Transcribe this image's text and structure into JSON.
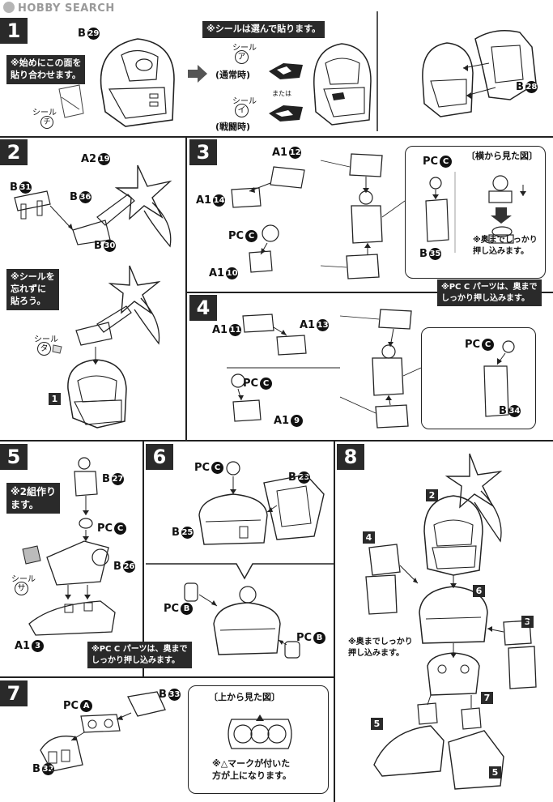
{
  "watermark": "HOBBY SEARCH",
  "steps": {
    "s1": {
      "number": "1",
      "part_b29": "B",
      "part_b29_num": "29",
      "note_first": "※始めにこの面を\n貼り合わせます。",
      "seal_label": "シール",
      "seal_chi": "チ",
      "seal_choose": "※シールは選んで貼ります。",
      "seal_a": "ア",
      "normal": "(通常時)",
      "or": "または",
      "seal_i": "イ",
      "battle": "(戦闘時)",
      "part_b28": "B",
      "part_b28_num": "28"
    },
    "s2": {
      "number": "2",
      "a2": "A2",
      "a2_num": "19",
      "b31": "B",
      "b31_num": "31",
      "b36": "B",
      "b36_num": "36",
      "b30": "B",
      "b30_num": "30",
      "note": "※シールを\n忘れずに\n貼ろう。",
      "seal_label": "シール",
      "seal_ta": "タ",
      "ref1": "1"
    },
    "s3": {
      "number": "3",
      "a1_12": "A1",
      "a1_12_num": "12",
      "a1_14": "A1",
      "a1_14_num": "14",
      "pc_c": "PC",
      "pc_c_badge": "C",
      "a1_10": "A1",
      "a1_10_num": "10",
      "pc_c2": "PC",
      "pc_c2_badge": "C",
      "b35": "B",
      "b35_num": "35",
      "side_view": "〔横から見た図〕",
      "push_note": "※奥までしっかり\n押し込みます。",
      "pc_note": "※PC C パーツは、奥まで\nしっかり押し込みます。"
    },
    "s4": {
      "number": "4",
      "a1_11": "A1",
      "a1_11_num": "11",
      "a1_13": "A1",
      "a1_13_num": "13",
      "pc_c": "PC",
      "pc_c_badge": "C",
      "a1_9": "A1",
      "a1_9_num": "9",
      "pc_c2": "PC",
      "pc_c2_badge": "C",
      "b34": "B",
      "b34_num": "34"
    },
    "s5": {
      "number": "5",
      "two_sets": "※2組作り\nます。",
      "b27": "B",
      "b27_num": "27",
      "pc_c": "PC",
      "pc_c_badge": "C",
      "b26": "B",
      "b26_num": "26",
      "seal_label": "シール",
      "seal_sa": "サ",
      "a1_3": "A1",
      "a1_3_num": "3",
      "pc_note": "※PC C パーツは、奥まで\nしっかり押し込みます。"
    },
    "s6": {
      "number": "6",
      "pc_c": "PC",
      "pc_c_badge": "C",
      "b23": "B",
      "b23_num": "23",
      "b25": "B",
      "b25_num": "25",
      "pc_b1": "PC",
      "pc_b1_badge": "B",
      "pc_b2": "PC",
      "pc_b2_badge": "B"
    },
    "s7": {
      "number": "7",
      "pc_a": "PC",
      "pc_a_badge": "A",
      "b33": "B",
      "b33_num": "33",
      "b32": "B",
      "b32_num": "32",
      "top_view": "〔上から見た図〕",
      "mark_note": "※△マークが付いた\n方が上になります。"
    },
    "s8": {
      "number": "8",
      "ref2": "2",
      "ref4": "4",
      "ref6": "6",
      "ref3": "3",
      "ref7": "7",
      "ref5a": "5",
      "ref5b": "5",
      "push_note": "※奥までしっかり\n押し込みます。"
    }
  }
}
